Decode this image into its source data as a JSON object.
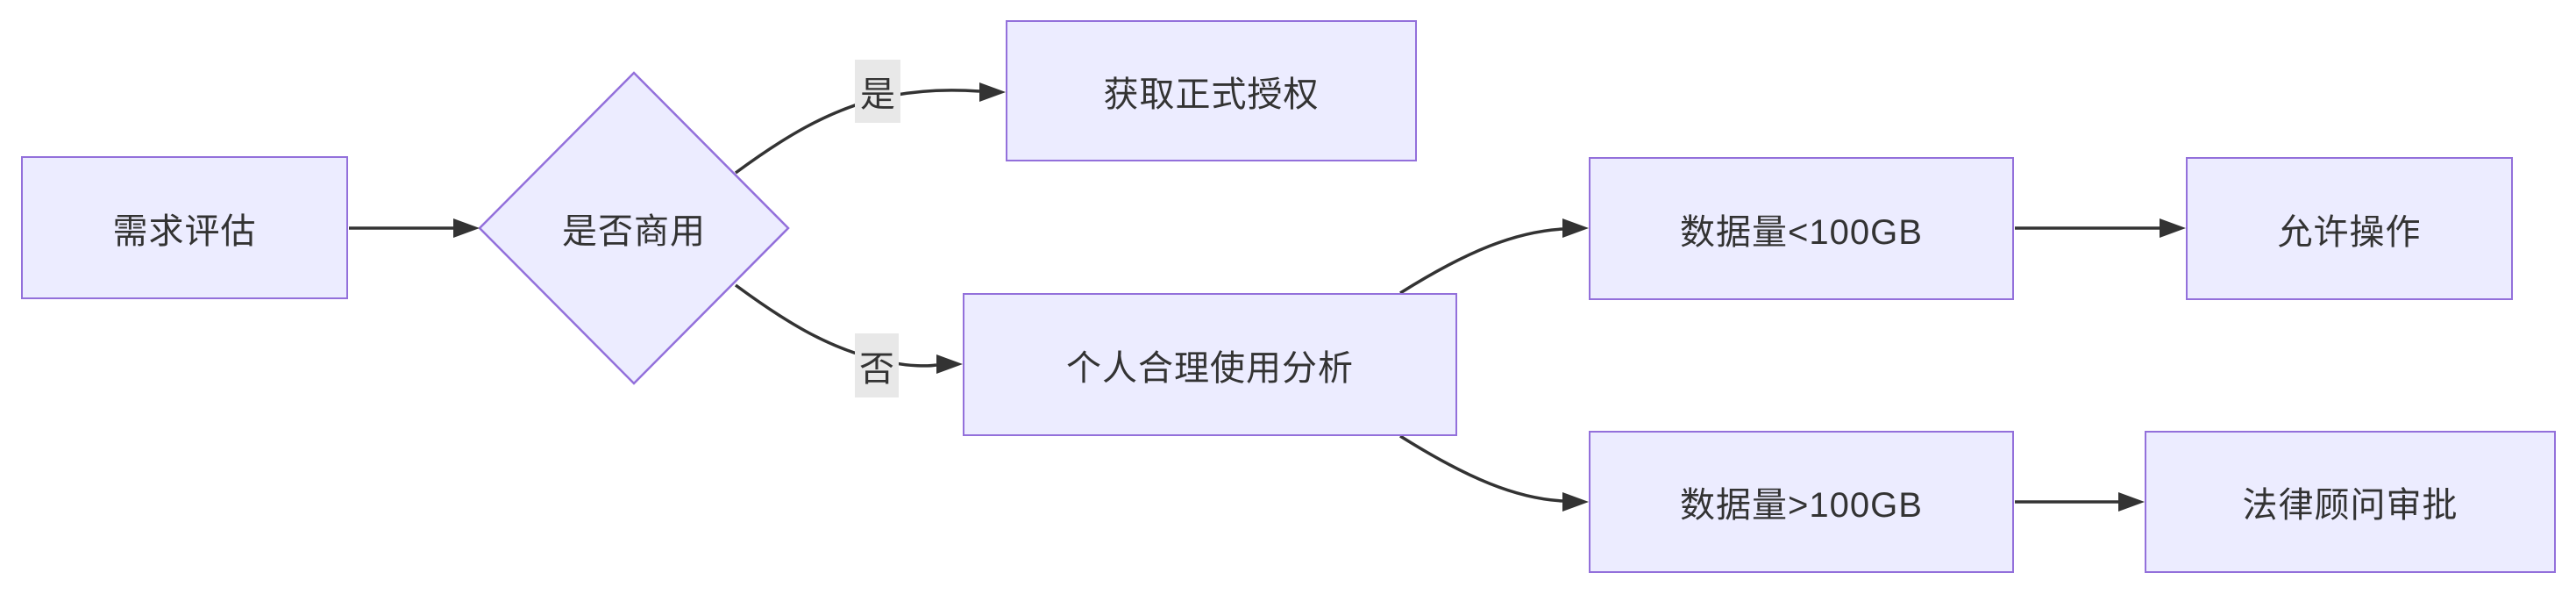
{
  "diagram": {
    "type": "flowchart",
    "direction": "left-to-right",
    "nodes": [
      {
        "id": "A",
        "shape": "rectangle",
        "label": "需求评估"
      },
      {
        "id": "B",
        "shape": "diamond",
        "label": "是否商用"
      },
      {
        "id": "C",
        "shape": "rectangle",
        "label": "获取正式授权"
      },
      {
        "id": "D",
        "shape": "rectangle",
        "label": "个人合理使用分析"
      },
      {
        "id": "E",
        "shape": "rectangle",
        "label": "数据量<100GB"
      },
      {
        "id": "F",
        "shape": "rectangle",
        "label": "允许操作"
      },
      {
        "id": "G",
        "shape": "rectangle",
        "label": "数据量>100GB"
      },
      {
        "id": "H",
        "shape": "rectangle",
        "label": "法律顾问审批"
      }
    ],
    "edges": [
      {
        "from": "A",
        "to": "B",
        "label": ""
      },
      {
        "from": "B",
        "to": "C",
        "label": "是"
      },
      {
        "from": "B",
        "to": "D",
        "label": "否"
      },
      {
        "from": "D",
        "to": "E",
        "label": ""
      },
      {
        "from": "D",
        "to": "G",
        "label": ""
      },
      {
        "from": "E",
        "to": "F",
        "label": ""
      },
      {
        "from": "G",
        "to": "H",
        "label": ""
      }
    ],
    "colors": {
      "background": "#ffffff",
      "node_fill": "#ECECFF",
      "node_border": "#9370DB",
      "edge_stroke": "#333333",
      "text": "#333333",
      "edge_label_background": "#e8e8e8"
    }
  }
}
